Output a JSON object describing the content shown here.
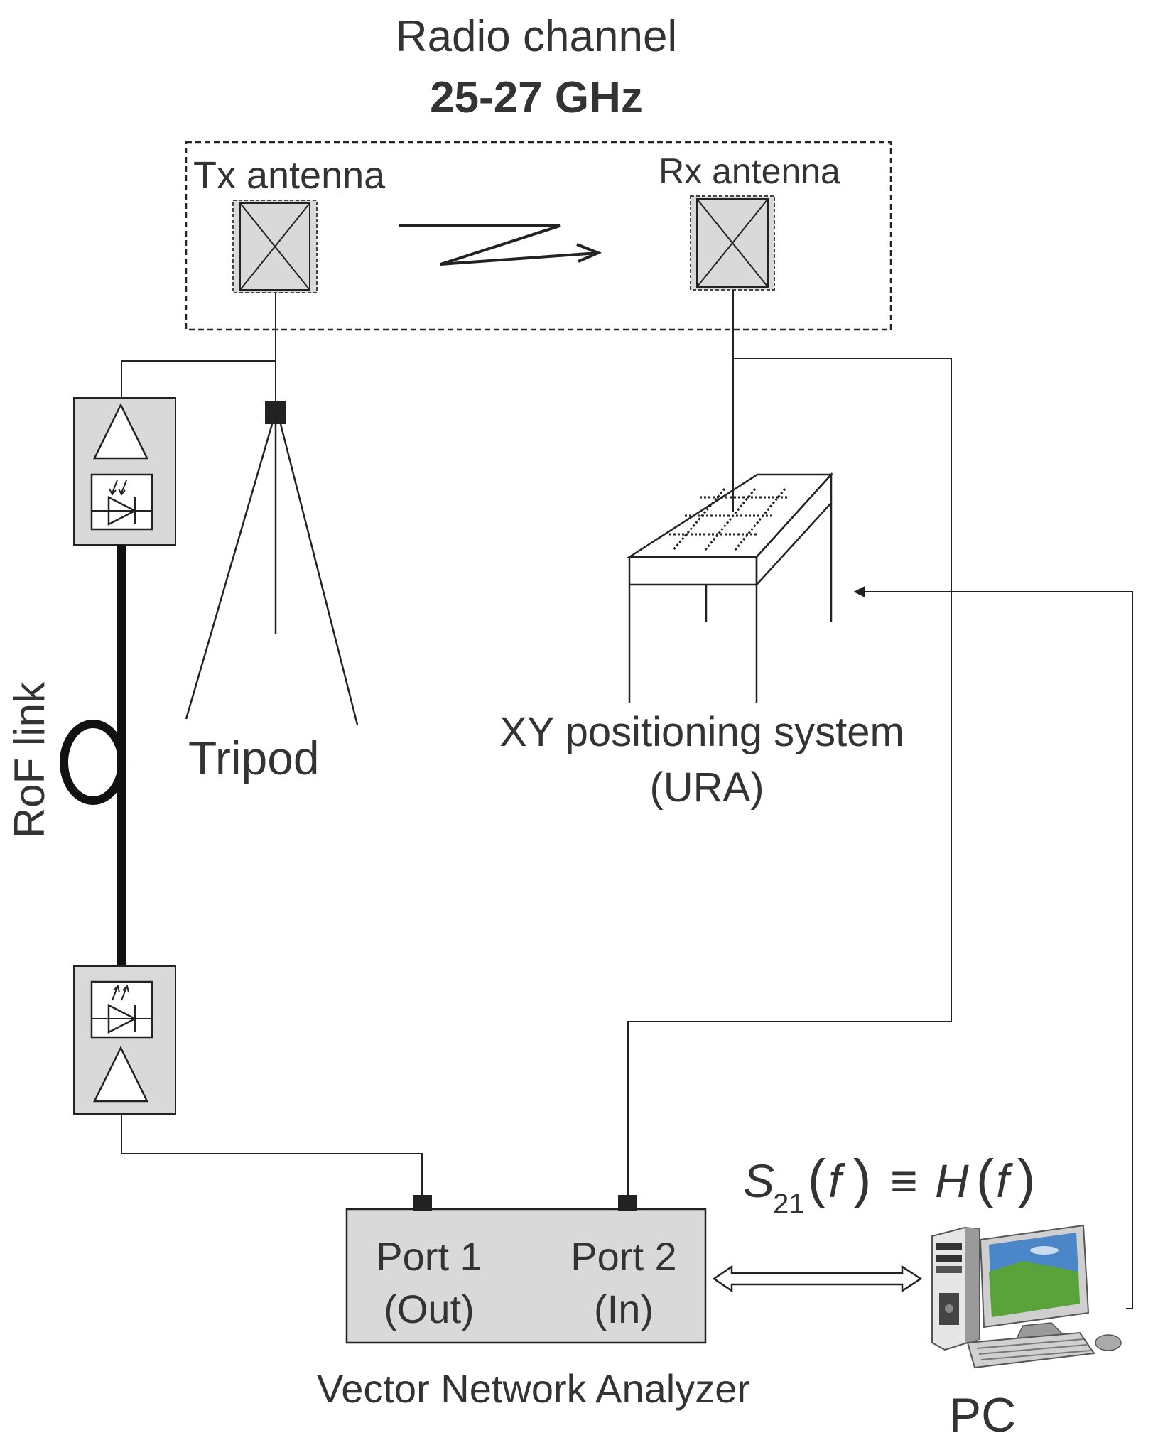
{
  "title": {
    "line1": "Radio channel",
    "line2": "25-27 GHz"
  },
  "antennas": {
    "tx_label": "Tx antenna",
    "rx_label": "Rx antenna"
  },
  "labels": {
    "tripod": "Tripod",
    "rof_link": "RoF link",
    "xy_line1": "XY positioning system",
    "xy_line2": "(URA)",
    "vna_label": "Vector Network Analyzer",
    "pc_label": "PC"
  },
  "vna": {
    "port1_line1": "Port 1",
    "port1_line2": "(Out)",
    "port2_line1": "Port 2",
    "port2_line2": "(In)"
  },
  "equation": {
    "S": "S",
    "sub": "21",
    "lparen1": "(",
    "f1": "f",
    "rparen1": ")",
    "equiv": "≡",
    "H": "H",
    "lparen2": "(",
    "f2": "f",
    "rparen2": ")"
  },
  "colors": {
    "line": "#222222",
    "box_fill": "#d9d9d9",
    "text": "#333333"
  }
}
